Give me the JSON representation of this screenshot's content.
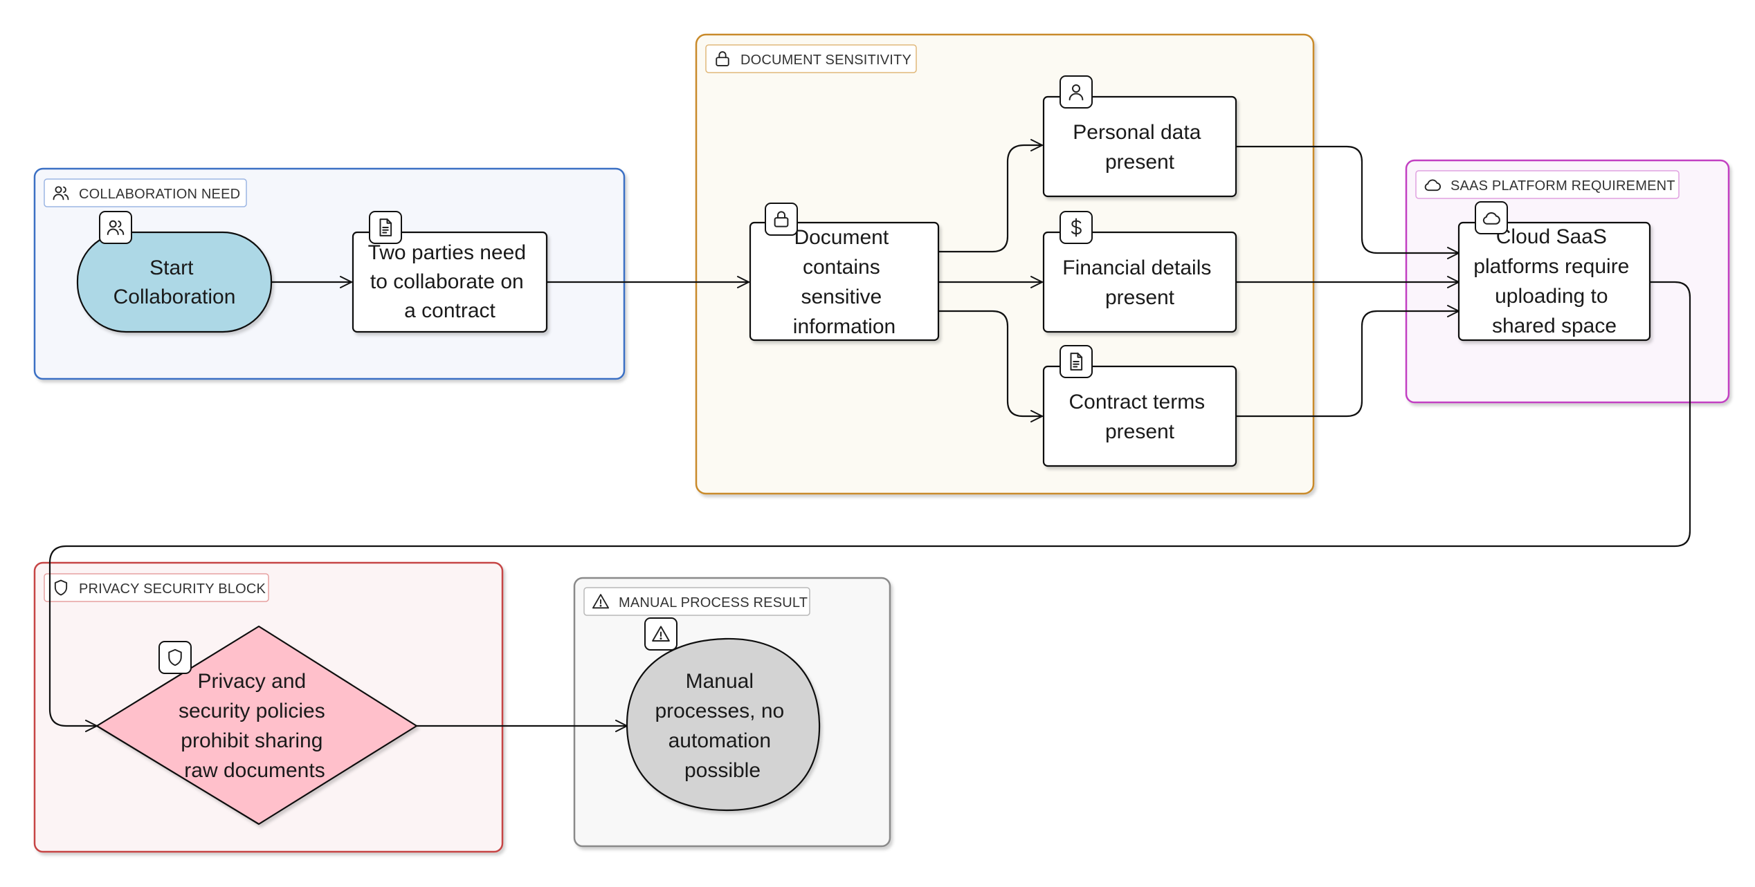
{
  "groups": {
    "collaboration": {
      "label": "COLLABORATION NEED",
      "icon": "users-icon",
      "color": "#3a6fc4",
      "fill": "#f5f7fc"
    },
    "sensitivity": {
      "label": "DOCUMENT SENSITIVITY",
      "icon": "lock-icon",
      "color": "#c98a2a",
      "fill": "#fcfaf3"
    },
    "saas": {
      "label": "SAAS PLATFORM REQUIREMENT",
      "icon": "cloud-icon",
      "color": "#c23fc2",
      "fill": "#fbf5fc"
    },
    "privacy": {
      "label": "PRIVACY SECURITY BLOCK",
      "icon": "shield-icon",
      "color": "#c64545",
      "fill": "#fcf4f5"
    },
    "manual": {
      "label": "MANUAL PROCESS RESULT",
      "icon": "alert-triangle-icon",
      "color": "#8a8a8a",
      "fill": "#f8f8f8"
    }
  },
  "nodes": {
    "start": {
      "lines": [
        "Start",
        "Collaboration"
      ],
      "icon": "users-icon",
      "fill": "#add8e6"
    },
    "two_parties": {
      "lines": [
        "Two parties need",
        "to collaborate on",
        "a contract"
      ],
      "icon": "file-text-icon",
      "fill": "#ffffff"
    },
    "document": {
      "lines": [
        "Document",
        "contains",
        "sensitive",
        "information"
      ],
      "icon": "lock-icon",
      "fill": "#ffffff"
    },
    "personal": {
      "lines": [
        "Personal data",
        "present"
      ],
      "icon": "user-icon",
      "fill": "#ffffff"
    },
    "financial": {
      "lines": [
        "Financial details",
        "present"
      ],
      "icon": "dollar-icon",
      "fill": "#ffffff"
    },
    "contract": {
      "lines": [
        "Contract terms",
        "present"
      ],
      "icon": "file-text-icon",
      "fill": "#ffffff"
    },
    "cloud": {
      "lines": [
        "Cloud SaaS",
        "platforms require",
        "uploading to",
        "shared space"
      ],
      "icon": "cloud-icon",
      "fill": "#ffffff"
    },
    "privacy": {
      "lines": [
        "Privacy and",
        "security policies",
        "prohibit sharing",
        "raw documents"
      ],
      "icon": "shield-icon",
      "fill": "#ffc0cb"
    },
    "manual": {
      "lines": [
        "Manual",
        "processes, no",
        "automation",
        "possible"
      ],
      "icon": "alert-triangle-icon",
      "fill": "#d3d3d3"
    }
  },
  "edges": [
    {
      "from": "start",
      "to": "two_parties"
    },
    {
      "from": "two_parties",
      "to": "document"
    },
    {
      "from": "document",
      "to": "personal"
    },
    {
      "from": "document",
      "to": "financial"
    },
    {
      "from": "document",
      "to": "contract"
    },
    {
      "from": "personal",
      "to": "cloud"
    },
    {
      "from": "financial",
      "to": "cloud"
    },
    {
      "from": "contract",
      "to": "cloud"
    },
    {
      "from": "cloud",
      "to": "privacy"
    },
    {
      "from": "privacy",
      "to": "manual"
    }
  ]
}
